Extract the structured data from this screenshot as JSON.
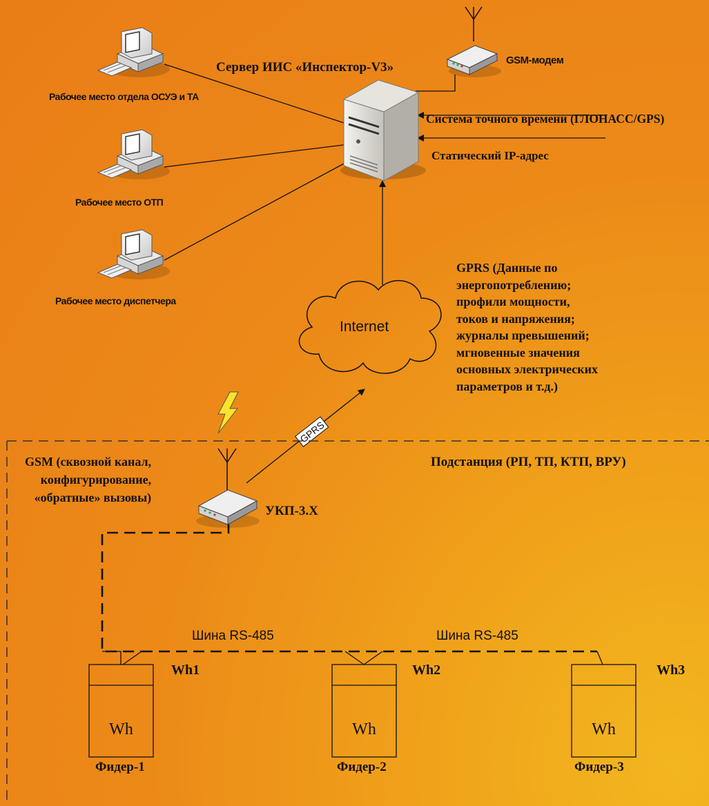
{
  "server": {
    "title": "Сервер ИИС «Инспектор-V3»",
    "precise_time": "Система точного времени (ГЛОНАСС/GPS)",
    "static_ip": "Статический IP-адрес"
  },
  "gsm_modem_label": "GSM-модем",
  "workstations": [
    "Рабочее место отдела ОСУЭ и ТА",
    "Рабочее место ОТП",
    "Рабочее место диспетчера"
  ],
  "internet_label": "Internet",
  "gprs_description": "GPRS (Данные по\nэнергопотреблению;\nпрофили мощности,\nтоков и напряжения;\nжурналы превышений;\nмгновенные значения\nосновных электрических\nпараметров и т.д.)",
  "gprs_link_label": "GPRS",
  "substation": {
    "title": "Подстанция (РП, ТП, КТП, ВРУ)",
    "gsm_description": "GSM (сквозной канал,\nконфигурирование,\n«обратные» вызовы)",
    "controller_label": "УКП-3.X",
    "bus_labels": [
      "Шина RS-485",
      "Шина RS-485"
    ],
    "meters": [
      {
        "id": "Wh1",
        "symbol": "Wh",
        "feeder": "Фидер-1"
      },
      {
        "id": "Wh2",
        "symbol": "Wh",
        "feeder": "Фидер-2"
      },
      {
        "id": "Wh3",
        "symbol": "Wh",
        "feeder": "Фидер-3"
      }
    ]
  },
  "colors": {
    "background_orange": "#e97d17",
    "background_yellow": "#f3b61f",
    "lightning": "#ffe22a"
  }
}
